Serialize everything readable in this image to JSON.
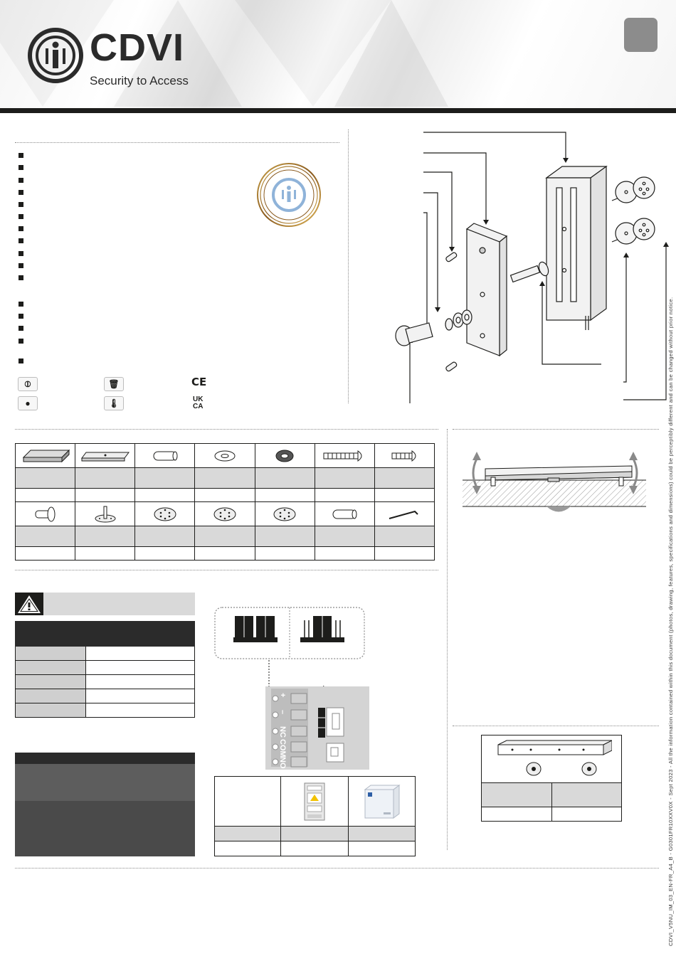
{
  "header": {
    "brand": "CDVI",
    "tagline": "Security to Access"
  },
  "certifications": {
    "ce_mark": "CE",
    "ukca_top": "UK",
    "ukca_bottom": "CA"
  },
  "terminal_block": {
    "labels": [
      "+",
      "–",
      "NC",
      "COM",
      "NO"
    ]
  },
  "footer": {
    "vertical_note": "CDVI_V5NU_IM_03_EN-FR_A4_B - G0301FR10XXV0X - Sept 2023 - All the information contained within this document (photos, drawing, features, specifications and dimensions) could be perceptibly different and can be changed without prior notice."
  },
  "colors": {
    "dark": "#1d1d1b",
    "grey": "#d9d9d9",
    "lang_box": "#8c8c8c"
  },
  "icons": {
    "logo": "cdvi-circle-logo",
    "badge": "gold-ring-badge",
    "warning": "warning-triangle-icon"
  }
}
